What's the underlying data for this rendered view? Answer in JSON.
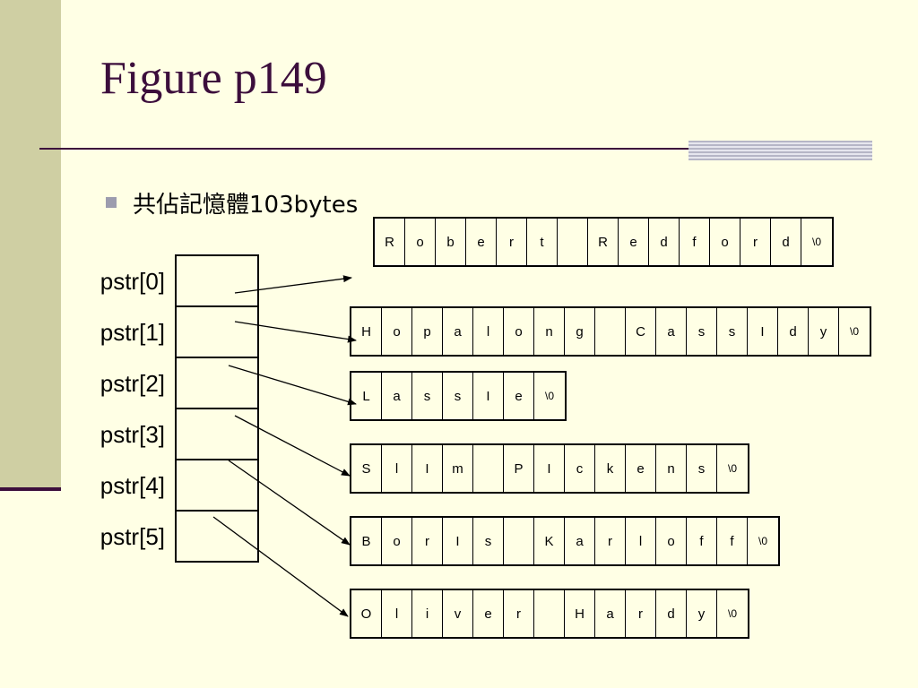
{
  "slide": {
    "title": "Figure p149",
    "bullet": "共佔記憶體103bytes",
    "colors": {
      "background": "#FFFFE5",
      "sidebar": "#CFCFA3",
      "accent": "#3C0E3C",
      "bullet": "#9C9CAE"
    }
  },
  "pointers": [
    "pstr[0]",
    "pstr[1]",
    "pstr[2]",
    "pstr[3]",
    "pstr[4]",
    "pstr[5]"
  ],
  "strings": [
    [
      "R",
      "o",
      "b",
      "e",
      "r",
      "t",
      " ",
      "R",
      "e",
      "d",
      "f",
      "o",
      "r",
      "d",
      "\\0"
    ],
    [
      "H",
      "o",
      "p",
      "a",
      "l",
      "o",
      "n",
      "g",
      " ",
      "C",
      "a",
      "s",
      "s",
      "I",
      "d",
      "y",
      "\\0"
    ],
    [
      "L",
      "a",
      "s",
      "s",
      "I",
      "e",
      "\\0"
    ],
    [
      "S",
      "l",
      "I",
      "m",
      " ",
      "P",
      "I",
      "c",
      "k",
      "e",
      "n",
      "s",
      "\\0"
    ],
    [
      "B",
      "o",
      "r",
      "I",
      "s",
      " ",
      "K",
      "a",
      "r",
      "l",
      "o",
      "f",
      "f",
      "\\0"
    ],
    [
      "O",
      "l",
      "i",
      "v",
      "e",
      "r",
      " ",
      "H",
      "a",
      "r",
      "d",
      "y",
      "\\0"
    ]
  ]
}
